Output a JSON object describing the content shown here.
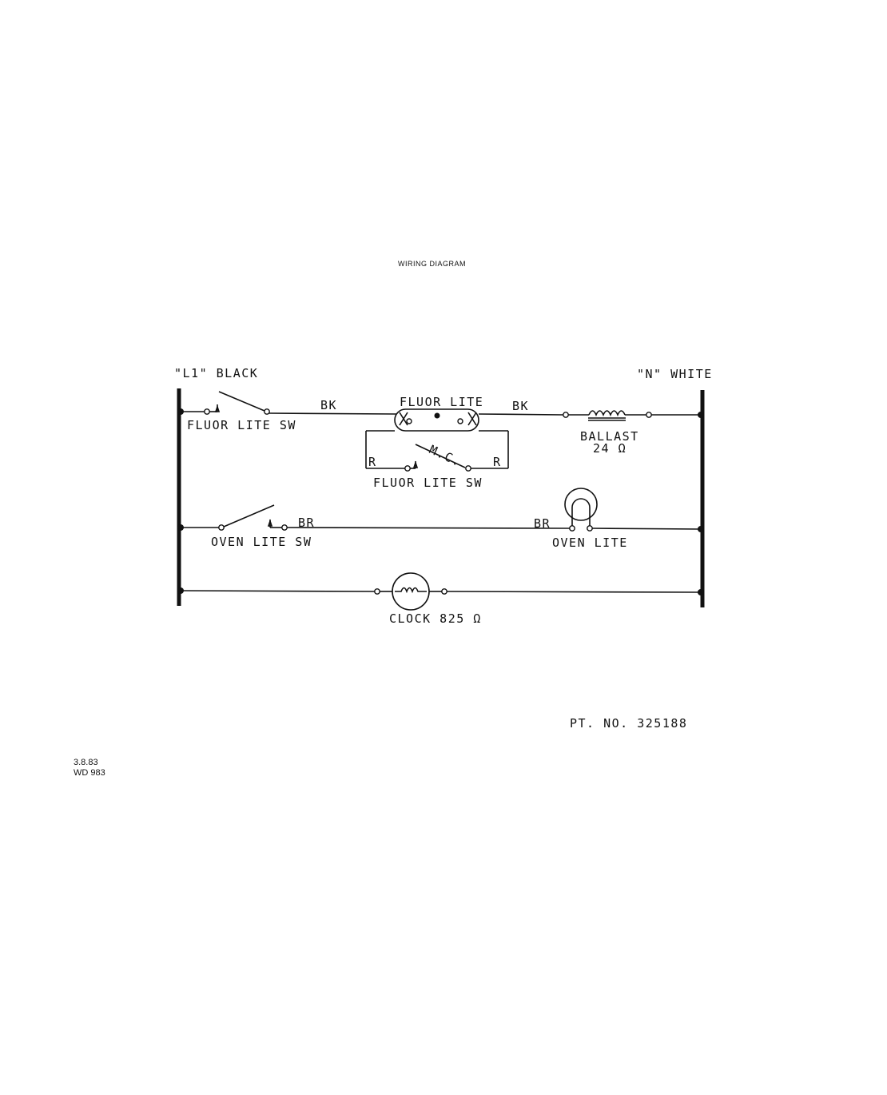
{
  "title": "WIRING DIAGRAM",
  "labels": {
    "l1": "\"L1\" BLACK",
    "n": "\"N\" WHITE",
    "fluor_sw_top": "FLUOR LITE SW",
    "bk_left": "BK",
    "fluor_lite": "FLUOR LITE",
    "bk_right": "BK",
    "ballast": "BALLAST",
    "ballast_ohm": "24 Ω",
    "r_left": "R",
    "mc": "M.C.",
    "r_right": "R",
    "fluor_sw_bottom": "FLUOR LITE SW",
    "br_left": "BR",
    "oven_sw": "OVEN LITE SW",
    "br_right": "BR",
    "oven_lite": "OVEN LITE",
    "clock": "CLOCK 825 Ω"
  },
  "part_no": "PT. NO. 325188",
  "footer": {
    "line1": "3.8.83",
    "line2": "WD 983"
  }
}
